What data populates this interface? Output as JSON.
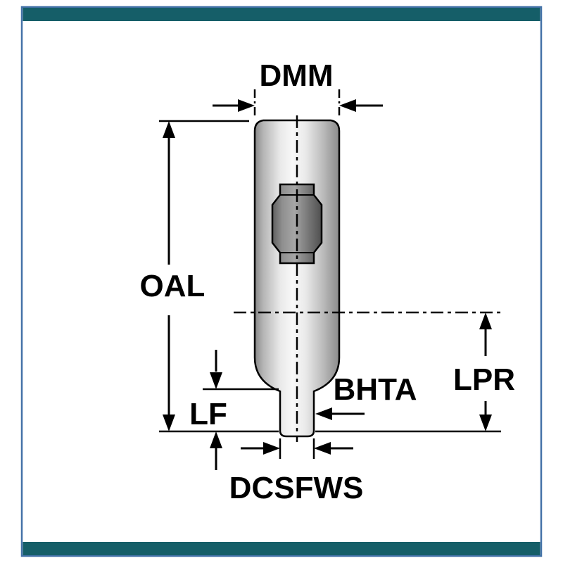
{
  "labels": {
    "dmm": "DMM",
    "oal": "OAL",
    "lf": "LF",
    "bhta": "BHTA",
    "lpr": "LPR",
    "dcsfws": "DCSFWS"
  },
  "colors": {
    "frame_border": "#4472a8",
    "frame_bar": "#155e68",
    "line": "#000000",
    "background": "#ffffff"
  }
}
